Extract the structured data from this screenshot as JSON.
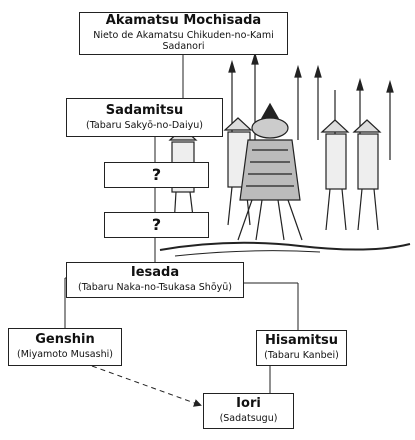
{
  "nodes": {
    "mochisada": {
      "name": "Akamatsu Mochisada",
      "sub": "Nieto de Akamatsu Chikuden-no-Kami Sadanori"
    },
    "sadamitsu": {
      "name": "Sadamitsu",
      "sub": "(Tabaru Sakyō-no-Daiyu)"
    },
    "unknown1": {
      "name": "?"
    },
    "unknown2": {
      "name": "?"
    },
    "iesada": {
      "name": "Iesada",
      "sub": "(Tabaru Naka-no-Tsukasa Shōyū)"
    },
    "genshin": {
      "name": "Genshin",
      "sub": "(Miyamoto Musashi)"
    },
    "hisamitsu": {
      "name": "Hisamitsu",
      "sub": "(Tabaru Kanbei)"
    },
    "iori": {
      "name": "Iori",
      "sub": "(Sadatsugu)"
    }
  },
  "illustration": {
    "icon": "samurai-army-illustration"
  },
  "colors": {
    "line": "#222222",
    "box_border": "#222222",
    "ink": "#111111"
  }
}
